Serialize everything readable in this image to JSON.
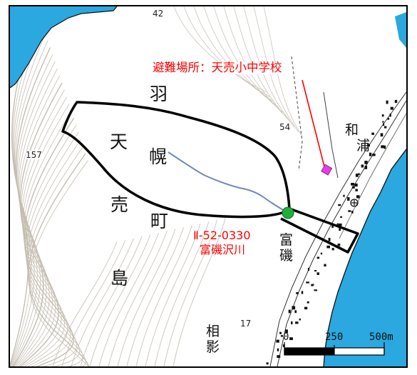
{
  "labels": {
    "shelter": "避難場所：天売小中学校",
    "stream_code": "Ⅱ-52-0330",
    "stream_name": "富磯沢川"
  },
  "place_names": {
    "ha": "羽",
    "ten": "天",
    "horo": "幌",
    "uri": "売",
    "machi": "町",
    "shima": "島",
    "wa": "和",
    "ura": "浦",
    "tomi": "富",
    "iso": "磯",
    "ai": "相",
    "kage": "影"
  },
  "elevations": {
    "e42": "42",
    "e54": "54",
    "e157": "157",
    "e17": "17"
  },
  "scale": {
    "zero": "0",
    "mid": "250",
    "max": "500m"
  },
  "colors": {
    "sea": "#2aa8df",
    "contour": "#c4bdb0",
    "outline": "#000000",
    "stream": "#6d8ab4",
    "annotation": "#ff0000",
    "point": "#1db13c",
    "shelter_marker": "#e040e0"
  }
}
